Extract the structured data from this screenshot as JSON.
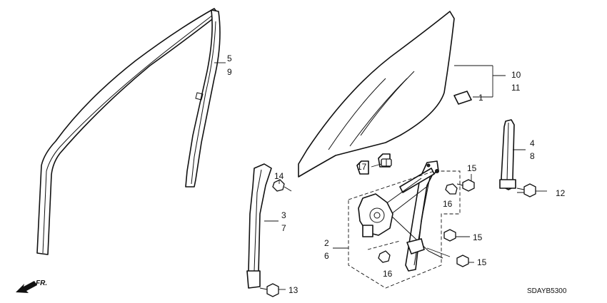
{
  "diagram": {
    "diagram_code": "SDAYB5300",
    "direction_label": "FR.",
    "callouts": {
      "c5": "5",
      "c9": "9",
      "c10": "10",
      "c11": "11",
      "c1": "1",
      "c4": "4",
      "c8": "8",
      "c12": "12",
      "c14": "14",
      "c17": "17",
      "c15a": "15",
      "c16a": "16",
      "c3": "3",
      "c7": "7",
      "c2": "2",
      "c6": "6",
      "c15b": "15",
      "c15c": "15",
      "c16b": "16",
      "c13": "13"
    }
  }
}
